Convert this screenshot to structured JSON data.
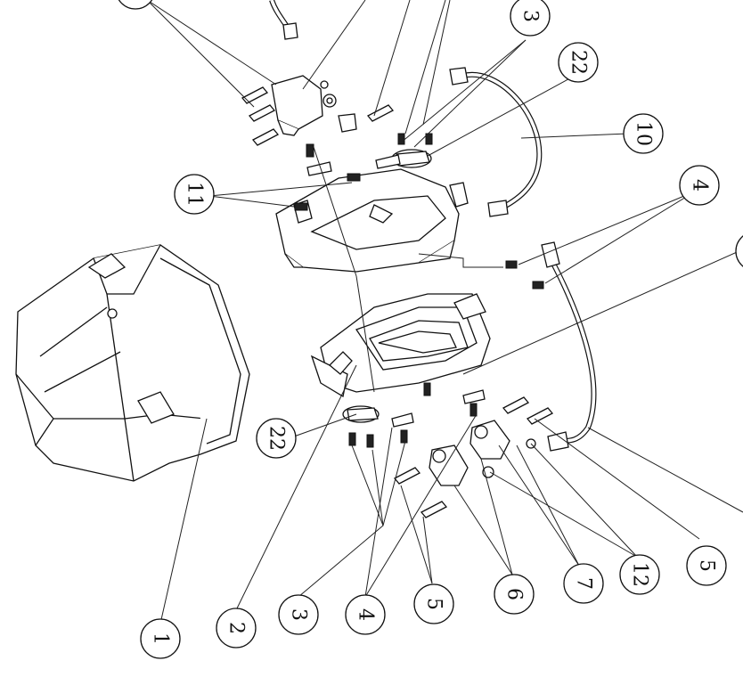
{
  "diagram": {
    "callouts": [
      {
        "id": "c1",
        "label": "1"
      },
      {
        "id": "c2",
        "label": "2"
      },
      {
        "id": "c3a",
        "label": "3"
      },
      {
        "id": "c4a",
        "label": "4"
      },
      {
        "id": "c5a",
        "label": "5"
      },
      {
        "id": "c6",
        "label": "6"
      },
      {
        "id": "c7",
        "label": "7"
      },
      {
        "id": "c12",
        "label": "12"
      },
      {
        "id": "c5b",
        "label": "5"
      },
      {
        "id": "c22a",
        "label": "22"
      },
      {
        "id": "c3b",
        "label": "3"
      },
      {
        "id": "c22b",
        "label": "22"
      },
      {
        "id": "c10",
        "label": "10"
      },
      {
        "id": "c4b",
        "label": "4"
      },
      {
        "id": "c11",
        "label": "11"
      }
    ]
  }
}
